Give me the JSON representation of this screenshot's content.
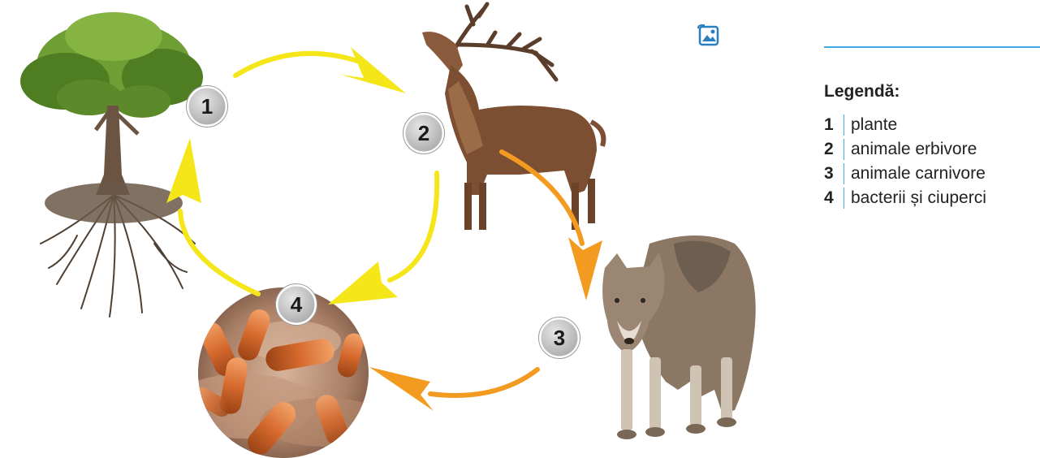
{
  "nodes": [
    {
      "number": "1",
      "subject": "tree"
    },
    {
      "number": "2",
      "subject": "deer"
    },
    {
      "number": "3",
      "subject": "wolf"
    },
    {
      "number": "4",
      "subject": "bacteria"
    }
  ],
  "legend": {
    "title": "Legendă:",
    "items": [
      {
        "number": "1",
        "label": "plante"
      },
      {
        "number": "2",
        "label": "animale erbivore"
      },
      {
        "number": "3",
        "label": "animale carnivore"
      },
      {
        "number": "4",
        "label": "bacterii și ciuperci"
      }
    ]
  },
  "icons": {
    "gallery": "image-gallery-icon"
  },
  "colors": {
    "yellow_arrow": "#f5e619",
    "orange_arrow": "#f39a21",
    "badge_fill": "#bdbdbd",
    "badge_stroke": "#ffffff",
    "legend_accent": "#3fa9e0"
  }
}
